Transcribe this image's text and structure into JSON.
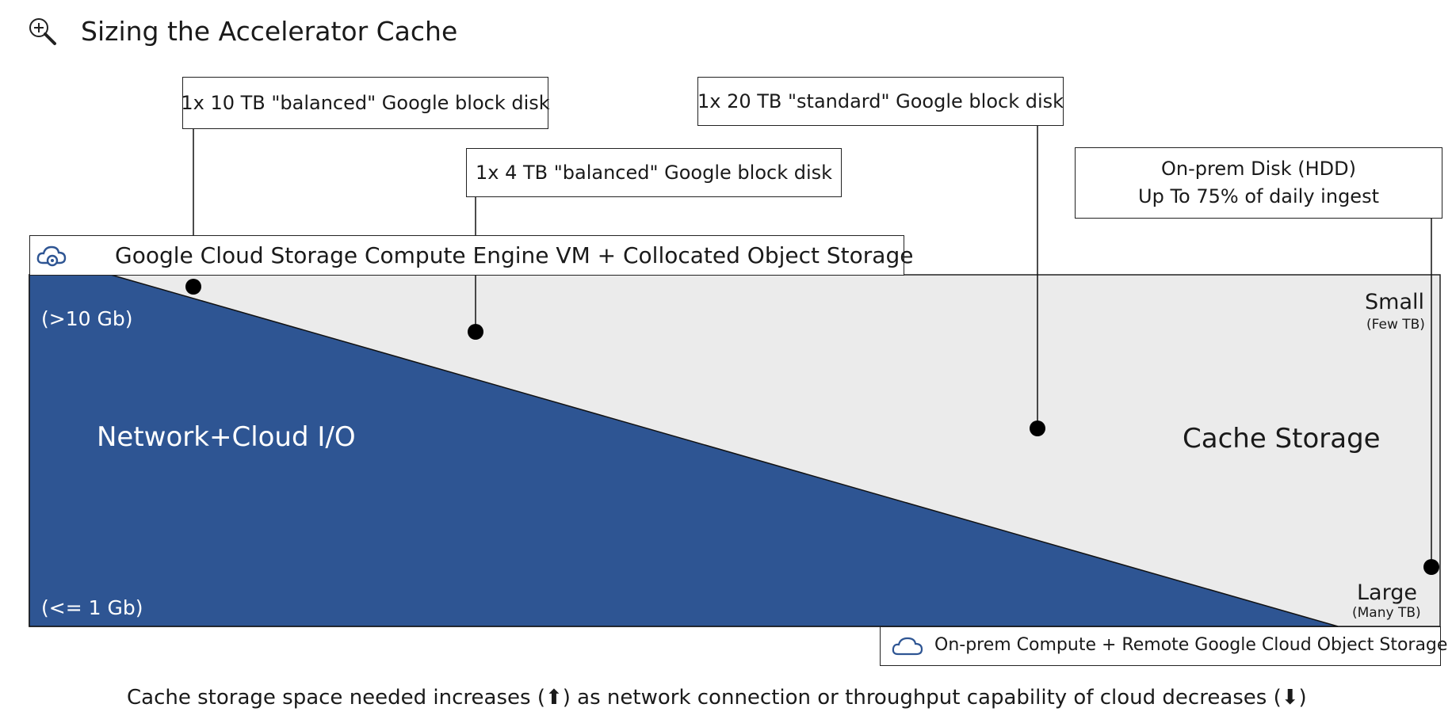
{
  "header": {
    "title": "Sizing the Accelerator Cache",
    "icon": "zoom-in-icon"
  },
  "callouts": {
    "balanced_10tb": "1x 10 TB \"balanced\" Google block disk",
    "balanced_4tb": "1x 4 TB \"balanced\" Google block disk",
    "standard_20tb": "1x 20 TB \"standard\" Google block disk",
    "onprem_line1": "On-prem Disk (HDD)",
    "onprem_line2": "Up To 75% of daily ingest"
  },
  "bars": {
    "top": "Google Cloud Storage Compute Engine VM + Collocated Object Storage",
    "top_icon": "cloud-storage-icon",
    "bottom": "On-prem Compute + Remote Google Cloud Object Storage",
    "bottom_icon": "cloud-icon"
  },
  "regions": {
    "network": "Network+Cloud I/O",
    "cache": "Cache Storage",
    "network_color": "#2e5593",
    "cache_color": "#ebebeb"
  },
  "axis_labels": {
    "high_bandwidth": "(>10 Gb)",
    "low_bandwidth": "(<= 1 Gb)",
    "small": "Small",
    "small_sub": "(Few TB)",
    "large": "Large",
    "large_sub": "(Many TB)"
  },
  "footer": "Cache storage space needed increases (⬆) as network connection or throughput capability of cloud decreases (⬇)"
}
